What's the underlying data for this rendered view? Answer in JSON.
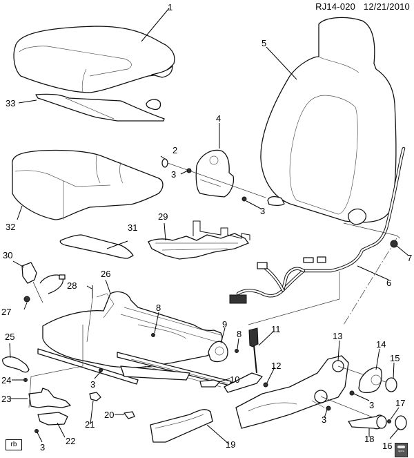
{
  "header": {
    "diagram_id": "RJ14-020",
    "date": "12/21/2010"
  },
  "footer": {
    "tag": "rb",
    "spec_icon_label": "spec"
  },
  "callouts": [
    {
      "id": "c1",
      "label": "1"
    },
    {
      "id": "c2",
      "label": "2"
    },
    {
      "id": "c3a",
      "label": "3"
    },
    {
      "id": "c3b",
      "label": "3"
    },
    {
      "id": "c3c",
      "label": "3"
    },
    {
      "id": "c3d",
      "label": "3"
    },
    {
      "id": "c3e",
      "label": "3"
    },
    {
      "id": "c3f",
      "label": "3"
    },
    {
      "id": "c3g",
      "label": "3"
    },
    {
      "id": "c4",
      "label": "4"
    },
    {
      "id": "c5",
      "label": "5"
    },
    {
      "id": "c6",
      "label": "6"
    },
    {
      "id": "c7",
      "label": "7"
    },
    {
      "id": "c8a",
      "label": "8"
    },
    {
      "id": "c8b",
      "label": "8"
    },
    {
      "id": "c9",
      "label": "9"
    },
    {
      "id": "c10",
      "label": "10"
    },
    {
      "id": "c11",
      "label": "11"
    },
    {
      "id": "c12",
      "label": "12"
    },
    {
      "id": "c13",
      "label": "13"
    },
    {
      "id": "c14",
      "label": "14"
    },
    {
      "id": "c15",
      "label": "15"
    },
    {
      "id": "c16",
      "label": "16"
    },
    {
      "id": "c17",
      "label": "17"
    },
    {
      "id": "c18",
      "label": "18"
    },
    {
      "id": "c19",
      "label": "19"
    },
    {
      "id": "c20",
      "label": "20"
    },
    {
      "id": "c21",
      "label": "21"
    },
    {
      "id": "c22",
      "label": "22"
    },
    {
      "id": "c23",
      "label": "23"
    },
    {
      "id": "c24",
      "label": "24"
    },
    {
      "id": "c25",
      "label": "25"
    },
    {
      "id": "c26",
      "label": "26"
    },
    {
      "id": "c27",
      "label": "27"
    },
    {
      "id": "c28",
      "label": "28"
    },
    {
      "id": "c29",
      "label": "29"
    },
    {
      "id": "c30",
      "label": "30"
    },
    {
      "id": "c31",
      "label": "31"
    },
    {
      "id": "c32",
      "label": "32"
    },
    {
      "id": "c33",
      "label": "33"
    }
  ]
}
